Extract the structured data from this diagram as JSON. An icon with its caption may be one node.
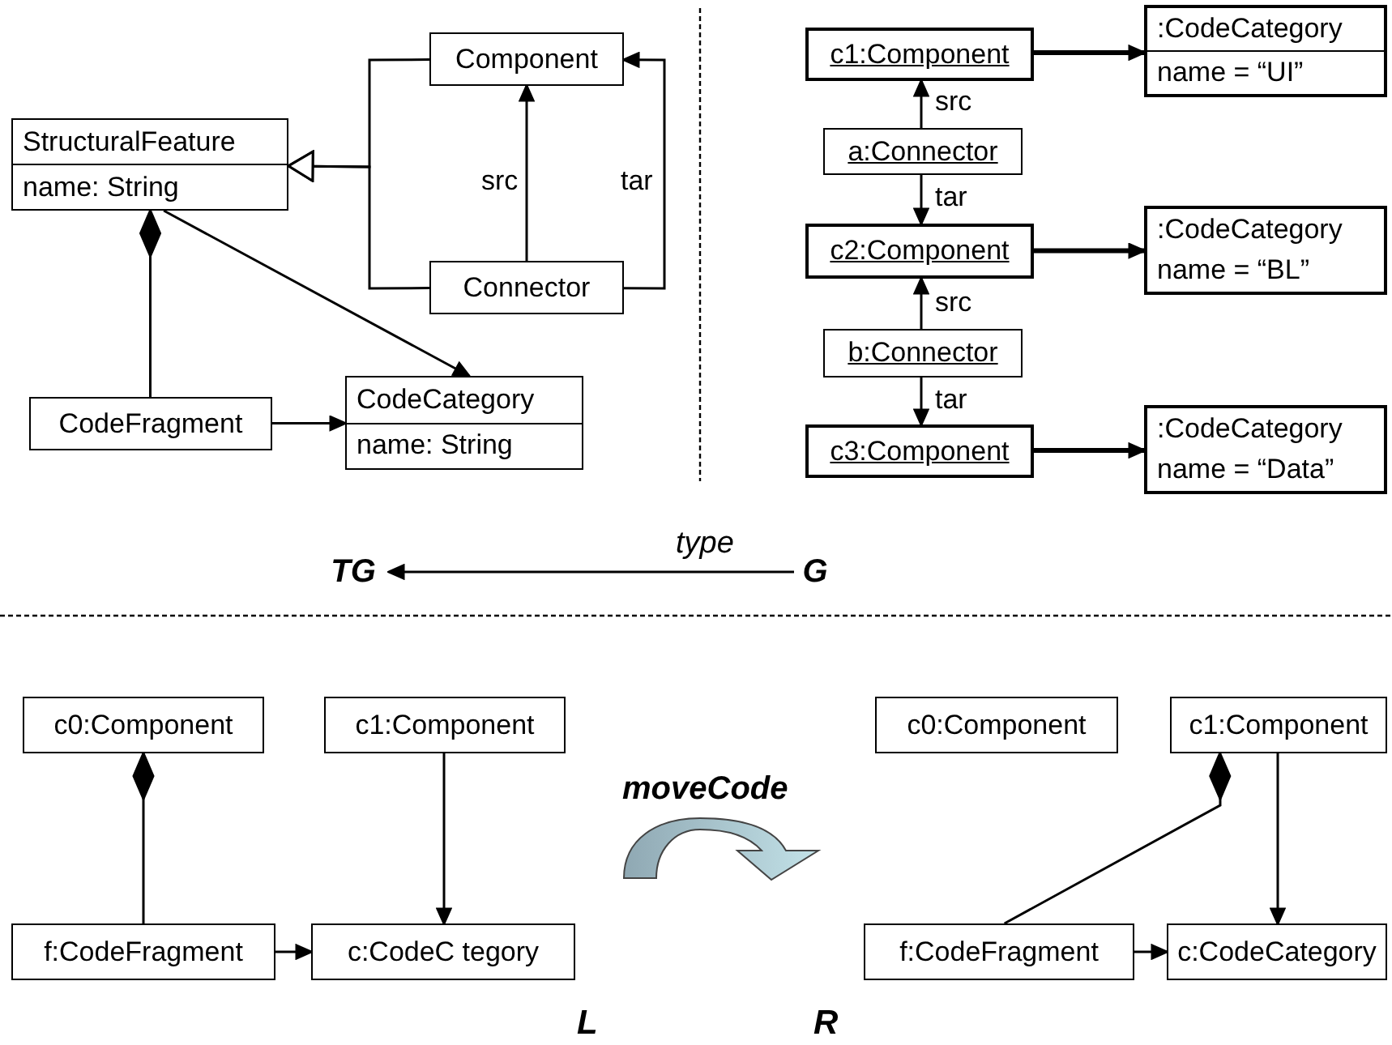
{
  "diagram": {
    "nodes": [
      {
        "text": [
          "StructuralFeature",
          "name: String"
        ]
      },
      {
        "text": [
          "Component"
        ]
      },
      {
        "text": [
          "Connector"
        ]
      },
      {
        "text": [
          "CodeFragment"
        ]
      },
      {
        "text": [
          "CodeCategory",
          "name: String"
        ]
      },
      {
        "text": [
          "c1:Component"
        ]
      },
      {
        "text": [
          ":CodeCategory",
          "name = “UI”"
        ]
      },
      {
        "text": [
          "a:Connector"
        ]
      },
      {
        "text": [
          "c2:Component"
        ]
      },
      {
        "text": [
          ":CodeCategory",
          "name = “BL”"
        ]
      },
      {
        "text": [
          "b:Connector"
        ]
      },
      {
        "text": [
          "c3:Component"
        ]
      },
      {
        "text": [
          ":CodeCategory",
          "name = “Data”"
        ]
      },
      {
        "text": [
          "TG"
        ]
      },
      {
        "text": [
          "G"
        ]
      },
      {
        "text": [
          "c0:Component"
        ]
      },
      {
        "text": [
          "c1:Component"
        ]
      },
      {
        "text": [
          "f:CodeFragment"
        ]
      },
      {
        "text": [
          "c:CodeC  tegory"
        ]
      },
      {
        "text": [
          "c0:Component"
        ]
      },
      {
        "text": [
          "c1:Component"
        ]
      },
      {
        "text": [
          "f:CodeFragment"
        ]
      },
      {
        "text": [
          "c:CodeCategory"
        ]
      }
    ],
    "edges": [
      {
        "from": 1,
        "to": 0,
        "arrow": "to"
      },
      {
        "from": 2,
        "to": 0,
        "arrow": "to"
      },
      {
        "from": 2,
        "to": 1,
        "arrow": "to",
        "label": "src"
      },
      {
        "from": 2,
        "to": 1,
        "arrow": "to",
        "label": "tar"
      },
      {
        "from": 3,
        "to": 0,
        "arrow": "other"
      },
      {
        "from": 0,
        "to": 4,
        "arrow": "to"
      },
      {
        "from": 3,
        "to": 4,
        "arrow": "to"
      },
      {
        "from": 7,
        "to": 5,
        "arrow": "to",
        "label": "src"
      },
      {
        "from": 7,
        "to": 8,
        "arrow": "to",
        "label": "tar"
      },
      {
        "from": 10,
        "to": 8,
        "arrow": "to",
        "label": "src"
      },
      {
        "from": 10,
        "to": 11,
        "arrow": "to",
        "label": "tar"
      },
      {
        "from": 5,
        "to": 6,
        "arrow": "to",
        "style": "thick"
      },
      {
        "from": 8,
        "to": 9,
        "arrow": "to",
        "style": "thick"
      },
      {
        "from": 11,
        "to": 12,
        "arrow": "to",
        "style": "thick"
      },
      {
        "from": 14,
        "to": 13,
        "arrow": "to",
        "label": "type"
      },
      {
        "from": 17,
        "to": 15,
        "arrow": "other"
      },
      {
        "from": 16,
        "to": 18,
        "arrow": "to"
      },
      {
        "from": 17,
        "to": 18,
        "arrow": "to"
      },
      {
        "from": 21,
        "to": 20,
        "arrow": "other"
      },
      {
        "from": 20,
        "to": 22,
        "arrow": "to"
      },
      {
        "from": 21,
        "to": 22,
        "arrow": "to"
      }
    ],
    "labels": [
      "moveCode",
      "L",
      "R"
    ]
  }
}
